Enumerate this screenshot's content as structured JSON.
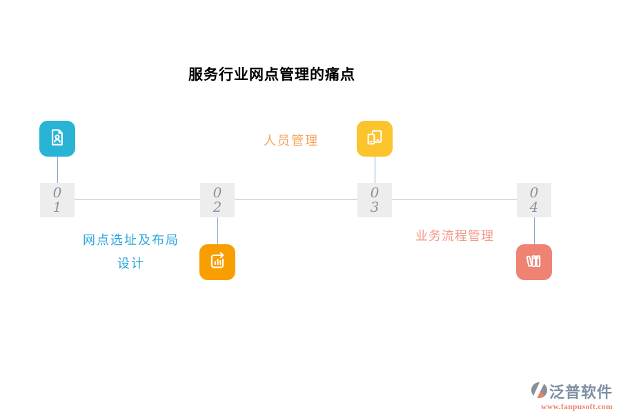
{
  "page": {
    "background": "#ffffff"
  },
  "title": {
    "text": "服务行业网点管理的痛点",
    "color": "#000000"
  },
  "timeline": {
    "line_color": "#c9c9c9",
    "connector_color": "#7ea6d2",
    "number_box_bg": "#ededed",
    "number_color": "#8b9299",
    "items": [
      {
        "digits": [
          "0",
          "1"
        ],
        "icon": "profile-document-icon",
        "icon_color": "#29b4d6",
        "icon_position": "above-line",
        "label_lines": [
          "网点选址及布局",
          "设计"
        ],
        "label_color": "#2aa6dd"
      },
      {
        "digits": [
          "0",
          "2"
        ],
        "icon": "chart-arrow-icon",
        "icon_color": "#f99e00",
        "icon_position": "below-line",
        "label_lines": [
          "人员管理"
        ],
        "label_color": "#f9a35b"
      },
      {
        "digits": [
          "0",
          "3"
        ],
        "icon": "devices-icon",
        "icon_color": "#fbc42d",
        "icon_position": "above-line",
        "label_lines": [
          "业务流程管理"
        ],
        "label_color": "#f4998a"
      },
      {
        "digits": [
          "0",
          "4"
        ],
        "icon": "books-icon",
        "icon_color": "#ee8273",
        "icon_position": "below-line",
        "label_lines": []
      }
    ]
  },
  "footer": {
    "brand": "泛普软件",
    "brand_color": "#7d8fa3",
    "url": "www.fanpusoft.com",
    "url_color": "#e8826d",
    "logo": "fanpu-logo-icon"
  }
}
